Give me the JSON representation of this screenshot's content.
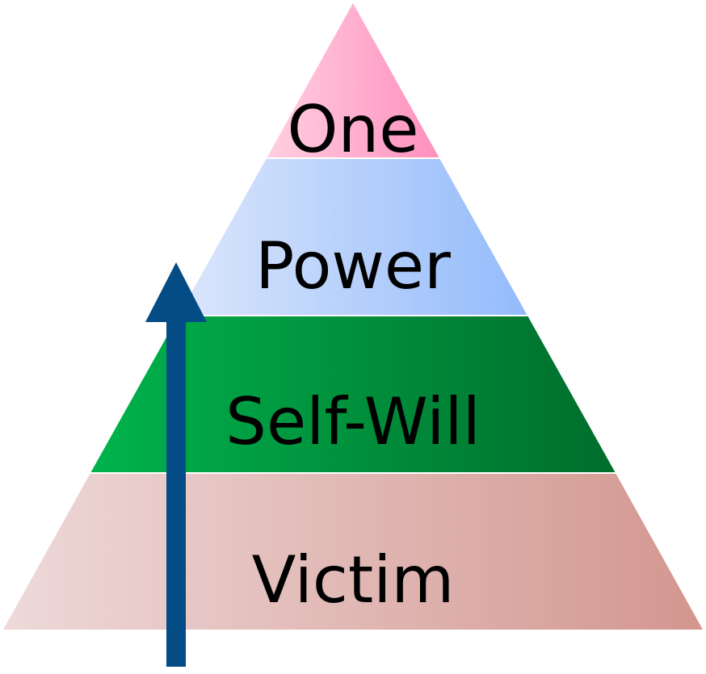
{
  "diagram": {
    "tiers": [
      {
        "label": "One",
        "colors": [
          "#ffd0e1",
          "#ff8fbd"
        ]
      },
      {
        "label": "Power",
        "colors": [
          "#dbe6fb",
          "#93bbfb"
        ]
      },
      {
        "label": "Self-Will",
        "colors": [
          "#00b34c",
          "#006d2c"
        ]
      },
      {
        "label": "Victim",
        "colors": [
          "#eed9d9",
          "#d3968f"
        ]
      }
    ],
    "arrow": {
      "color": "#034c86"
    }
  }
}
